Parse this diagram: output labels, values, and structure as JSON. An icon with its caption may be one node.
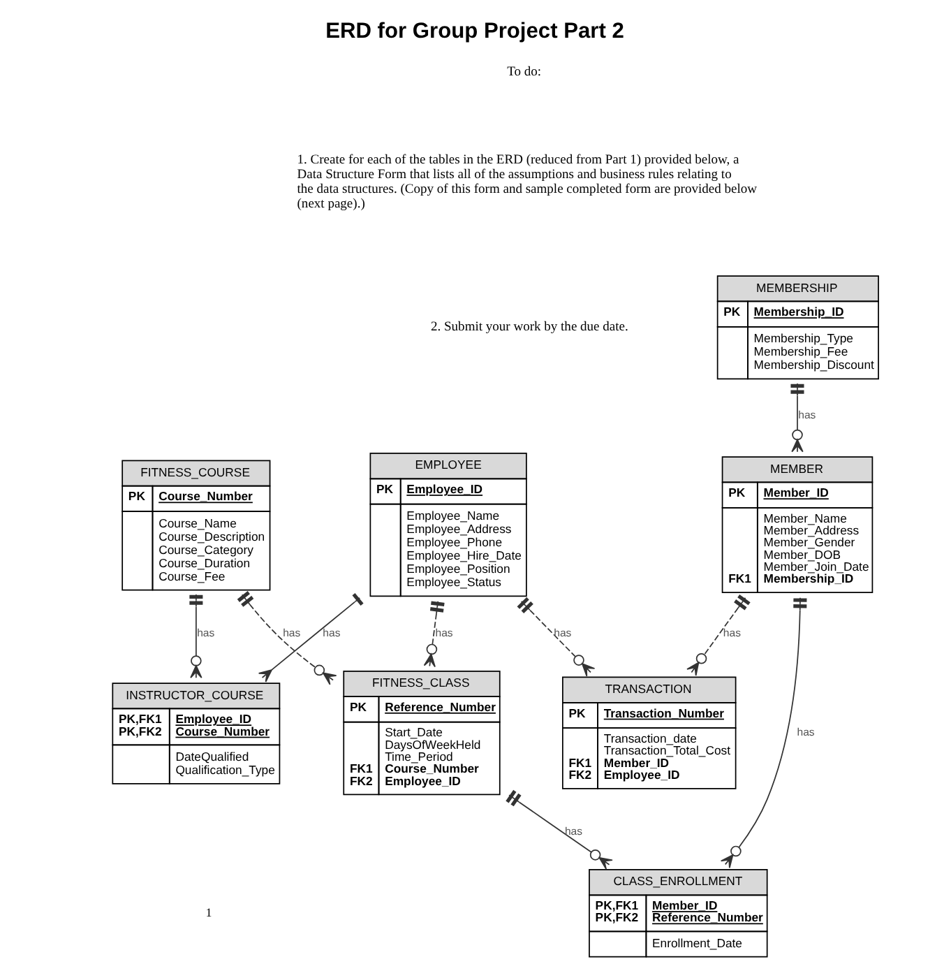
{
  "diagram": {
    "title": "ERD for Group Project Part 2",
    "nodes": [
      {
        "text": [
          "TRANSACTION",
          "PK",
          "Transaction_Number",
          "Transaction_date",
          "Transaction_Total_Cost",
          "FK1",
          "Member_ID",
          "FK2",
          "Employee_ID"
        ]
      },
      {
        "text": [
          "EMPLOYEE",
          "PK",
          "Employee_ID",
          "Employee_Name",
          "Employee_Address",
          "Employee_Phone",
          "Employee_Hire_Date",
          "Employee_Position",
          "Employee_Status"
        ]
      },
      {
        "text": [
          "MEMBER",
          "PK",
          "Member_ID",
          "Member_Name",
          "Member_Address",
          "Member_Gender",
          "Member_DOB",
          "Member_Join_Date",
          "FK1",
          "Membership_ID"
        ]
      },
      {
        "text": [
          "MEMBERSHIP",
          "PK",
          "Membership_ID",
          "Membership_Type",
          "Membership_Fee",
          "Membership_Discount"
        ]
      },
      {
        "text": [
          "INSTRUCTOR_COURSE",
          "PK,FK1",
          "Employee_ID",
          "PK,FK2",
          "Course_Number",
          "DateQualified",
          "Qualification_Type"
        ]
      },
      {
        "text": [
          "CLASS_ENROLLMENT",
          "PK,FK1",
          "Member_ID",
          "PK,FK2",
          "Reference_Number",
          "Enrollment_Date"
        ]
      },
      {
        "text": [
          "FITNESS_COURSE",
          "PK",
          "Course_Number",
          "Course_Name",
          "Course_Description",
          "Course_Category",
          "Course_Duration",
          "Course_Fee"
        ]
      },
      {
        "text": [
          "FITNESS_CLASS",
          "PK",
          "Reference_Number",
          "Start_Date",
          "DaysOfWeekHeld",
          "Time_Period",
          "FK1",
          "Course_Number",
          "FK2",
          "Employee_ID"
        ]
      }
    ],
    "edges": [
      {
        "from": 1,
        "to": 0,
        "arrow": "other",
        "label": "has",
        "style": "dashed"
      },
      {
        "from": 2,
        "to": 0,
        "arrow": "other",
        "label": "has",
        "style": "dashed"
      },
      {
        "from": 1,
        "to": 7,
        "arrow": "other",
        "label": "has",
        "style": "dashed"
      },
      {
        "from": 3,
        "to": 2,
        "arrow": "other",
        "label": "has"
      },
      {
        "from": 1,
        "to": 4,
        "arrow": "other",
        "label": "has"
      },
      {
        "from": 2,
        "to": 5,
        "arrow": "other",
        "label": "has"
      },
      {
        "from": 7,
        "to": 5,
        "arrow": "other",
        "label": "has"
      },
      {
        "from": 6,
        "to": 4,
        "arrow": "other",
        "label": "has"
      },
      {
        "from": 6,
        "to": 7,
        "arrow": "other",
        "label": "has",
        "style": "dashed"
      }
    ],
    "labels": [
      "To do:",
      "1. Create for each of the tables in the ERD (reduced from Part 1) provided below, a Data Structure Form that lists all of the assumptions and business rules relating to the data structures. (Copy of this form and sample completed form are provided below (next page).)",
      "2. Submit your work by the due date.",
      "1"
    ]
  }
}
